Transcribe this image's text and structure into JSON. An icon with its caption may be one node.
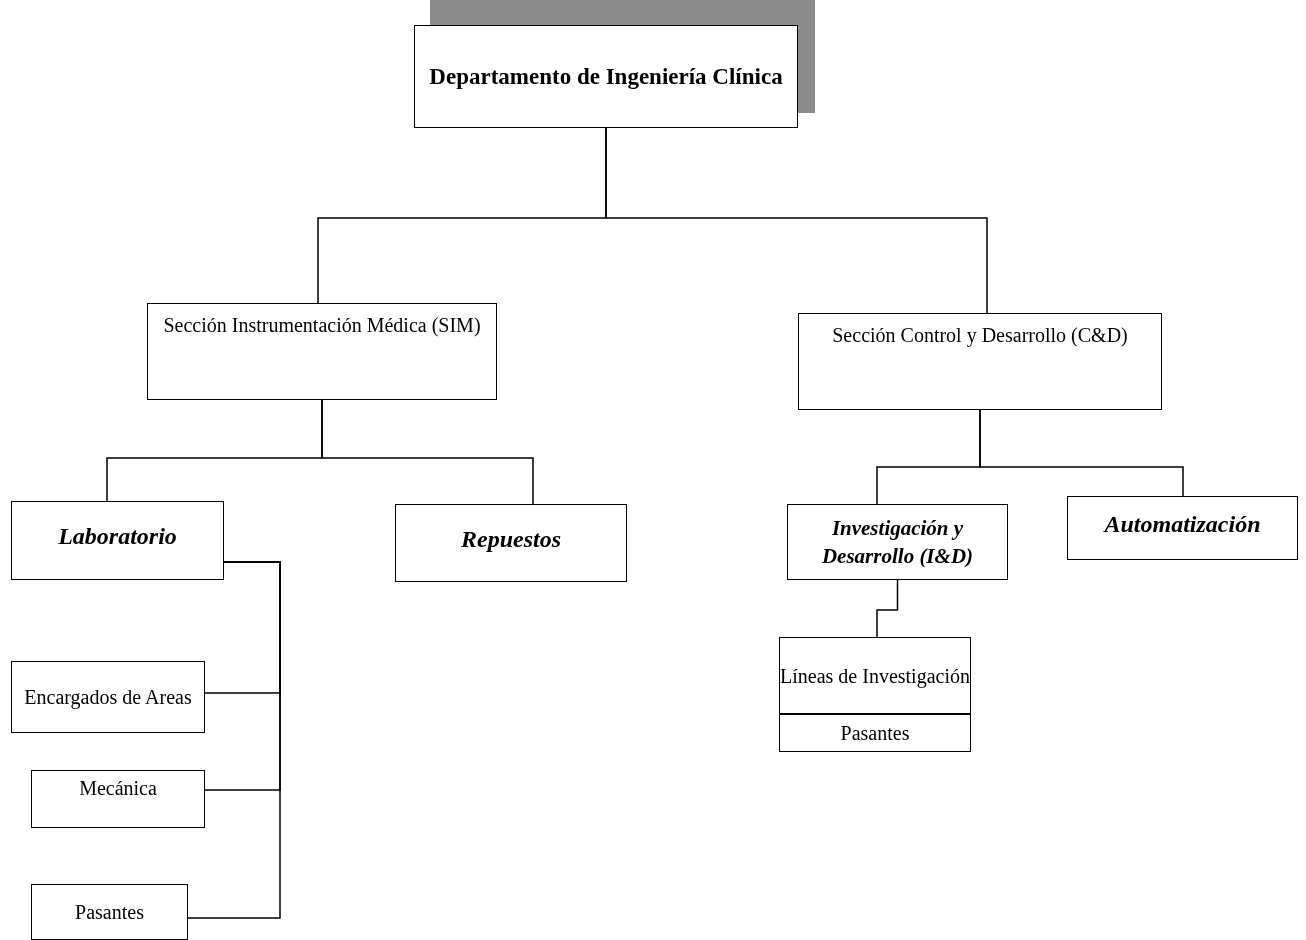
{
  "diagram": {
    "nodes": [
      {
        "text": [
          "Departamento de Ingeniería Clínica"
        ]
      },
      {
        "text": [
          "Sección Instrumentación Médica (SIM)"
        ]
      },
      {
        "text": [
          "Sección Control y Desarrollo (C&D)"
        ]
      },
      {
        "text": [
          "Laboratorio"
        ]
      },
      {
        "text": [
          "Repuestos"
        ]
      },
      {
        "text": [
          "Investigación y Desarrollo (I&D)"
        ]
      },
      {
        "text": [
          "Automatización"
        ]
      },
      {
        "text": [
          "Líneas de Investigación"
        ]
      },
      {
        "text": [
          "Pasantes"
        ]
      },
      {
        "text": [
          "Encargados de Areas"
        ]
      },
      {
        "text": [
          "Mecánica"
        ]
      },
      {
        "text": [
          "Pasantes"
        ]
      }
    ],
    "edges": [
      {
        "from": 0,
        "to": 1,
        "arrow": "none"
      },
      {
        "from": 0,
        "to": 2,
        "arrow": "none"
      },
      {
        "from": 1,
        "to": 3,
        "arrow": "none"
      },
      {
        "from": 1,
        "to": 4,
        "arrow": "none"
      },
      {
        "from": 2,
        "to": 5,
        "arrow": "none"
      },
      {
        "from": 2,
        "to": 6,
        "arrow": "none"
      },
      {
        "from": 5,
        "to": 7,
        "arrow": "none"
      },
      {
        "from": 3,
        "to": 9,
        "arrow": "none"
      },
      {
        "from": 3,
        "to": 10,
        "arrow": "none"
      },
      {
        "from": 3,
        "to": 11,
        "arrow": "none"
      }
    ]
  }
}
